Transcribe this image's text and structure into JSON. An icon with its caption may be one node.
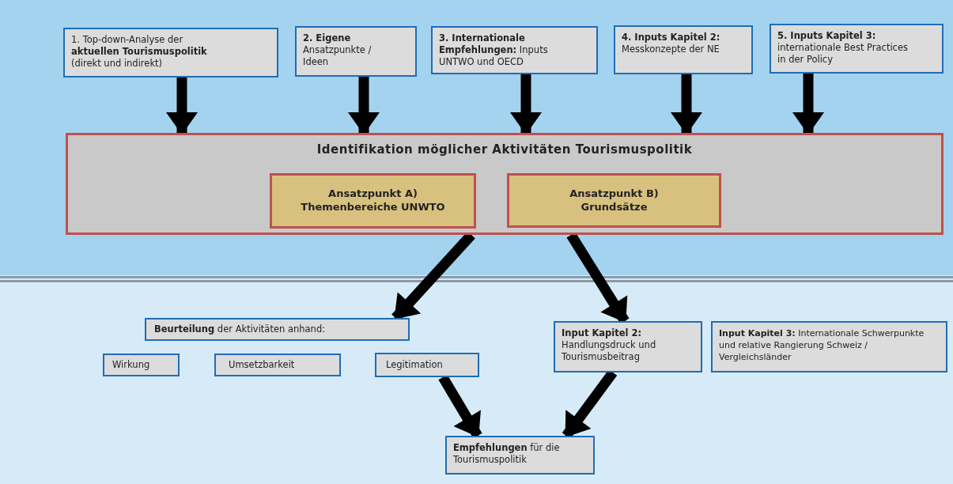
{
  "diagram": {
    "nodes": [
      {
        "text": [
          "1. Top-down-Analyse der **aktuellen Tourismuspolitik** (direkt und indirekt)"
        ]
      },
      {
        "text": [
          "**2. Eigene** Ansatzpunkte / Ideen"
        ]
      },
      {
        "text": [
          "**3. Internationale Empfehlungen:** Inputs UNTWO und OECD"
        ]
      },
      {
        "text": [
          "**4. Inputs Kapitel 2:** Messkonzepte der NE"
        ]
      },
      {
        "text": [
          "**5. Inputs Kapitel 3:** internationale Best Practices in der Policy"
        ]
      },
      {
        "text": [
          "Identifikation möglicher Aktivitäten Tourismuspolitik"
        ]
      },
      {
        "text": [
          "Ansatzpunkt A) Themenbereiche UNWTO"
        ],
        "in": 5
      },
      {
        "text": [
          "Ansatzpunkt B) Grundsätze"
        ],
        "in": 5
      },
      {
        "text": [
          "**Beurteilung** der Aktivitäten anhand:"
        ]
      },
      {
        "text": [
          "Wirkung"
        ]
      },
      {
        "text": [
          "Umsetzbarkeit"
        ]
      },
      {
        "text": [
          "Legitimation"
        ]
      },
      {
        "text": [
          "**Input Kapitel 2:** Handlungsdruck und Tourismusbeitrag"
        ]
      },
      {
        "text": [
          "**Input Kapitel 3:** Internationale Schwerpunkte und relative Rangierung Schweiz / Vergleichsländer"
        ]
      },
      {
        "text": [
          "**Empfehlungen** für die Tourismuspolitik"
        ]
      }
    ],
    "edges": [
      {
        "from": 0,
        "to": 5,
        "arrow": "to"
      },
      {
        "from": 1,
        "to": 5,
        "arrow": "to"
      },
      {
        "from": 2,
        "to": 5,
        "arrow": "to"
      },
      {
        "from": 3,
        "to": 5,
        "arrow": "to"
      },
      {
        "from": 4,
        "to": 5,
        "arrow": "to"
      },
      {
        "from": 5,
        "to": 8,
        "arrow": "to"
      },
      {
        "from": 5,
        "to": 12,
        "arrow": "to"
      },
      {
        "from": 11,
        "to": 14,
        "arrow": "to"
      },
      {
        "from": 12,
        "to": 14,
        "arrow": "to"
      }
    ]
  }
}
